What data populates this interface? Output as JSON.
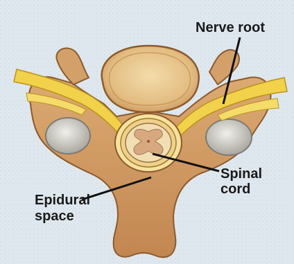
{
  "labels": {
    "nerve_root": "Nerve root",
    "spinal_cord_line1": "Spinal",
    "spinal_cord_line2": "cord",
    "epidural_line1": "Epidural",
    "epidural_line2": "space"
  },
  "colors": {
    "background": "#dde7ee",
    "bone": "#d19a63",
    "bone_dark": "#9b6533",
    "vertebral_body": "#e9c892",
    "nerve": "#f2d24a",
    "cord_white": "#f1deb4",
    "cord_grey": "#d8a980",
    "facet": "#c7c5bd",
    "text": "#1a1a1a"
  }
}
